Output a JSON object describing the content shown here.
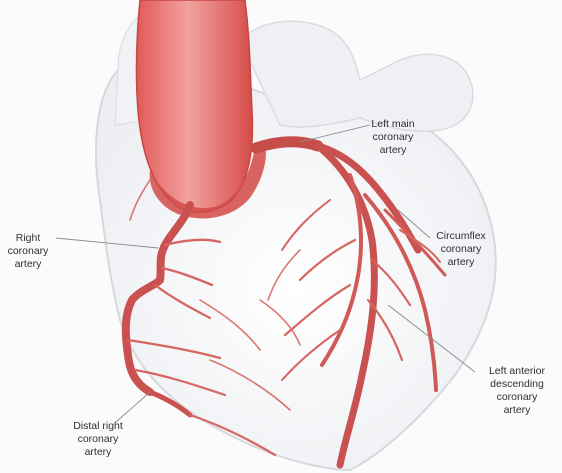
{
  "diagram": {
    "labels": {
      "left_main": "Left main\ncoronary\nartery",
      "circumflex": "Circumflex\ncoronary\nartery",
      "right": "Right\ncoronary\nartery",
      "lad": "Left anterior\ndescending\ncoronary\nartery",
      "distal_right": "Distal right\ncoronary\nartery"
    },
    "colors": {
      "artery": "#c9514f",
      "artery_highlight": "#e98a86",
      "aorta": "#d9534f",
      "aorta_light": "#f29a96",
      "heart_outline": "#d7d8de",
      "background": "#fbfbfc",
      "leader_line": "#8a8a90"
    }
  }
}
